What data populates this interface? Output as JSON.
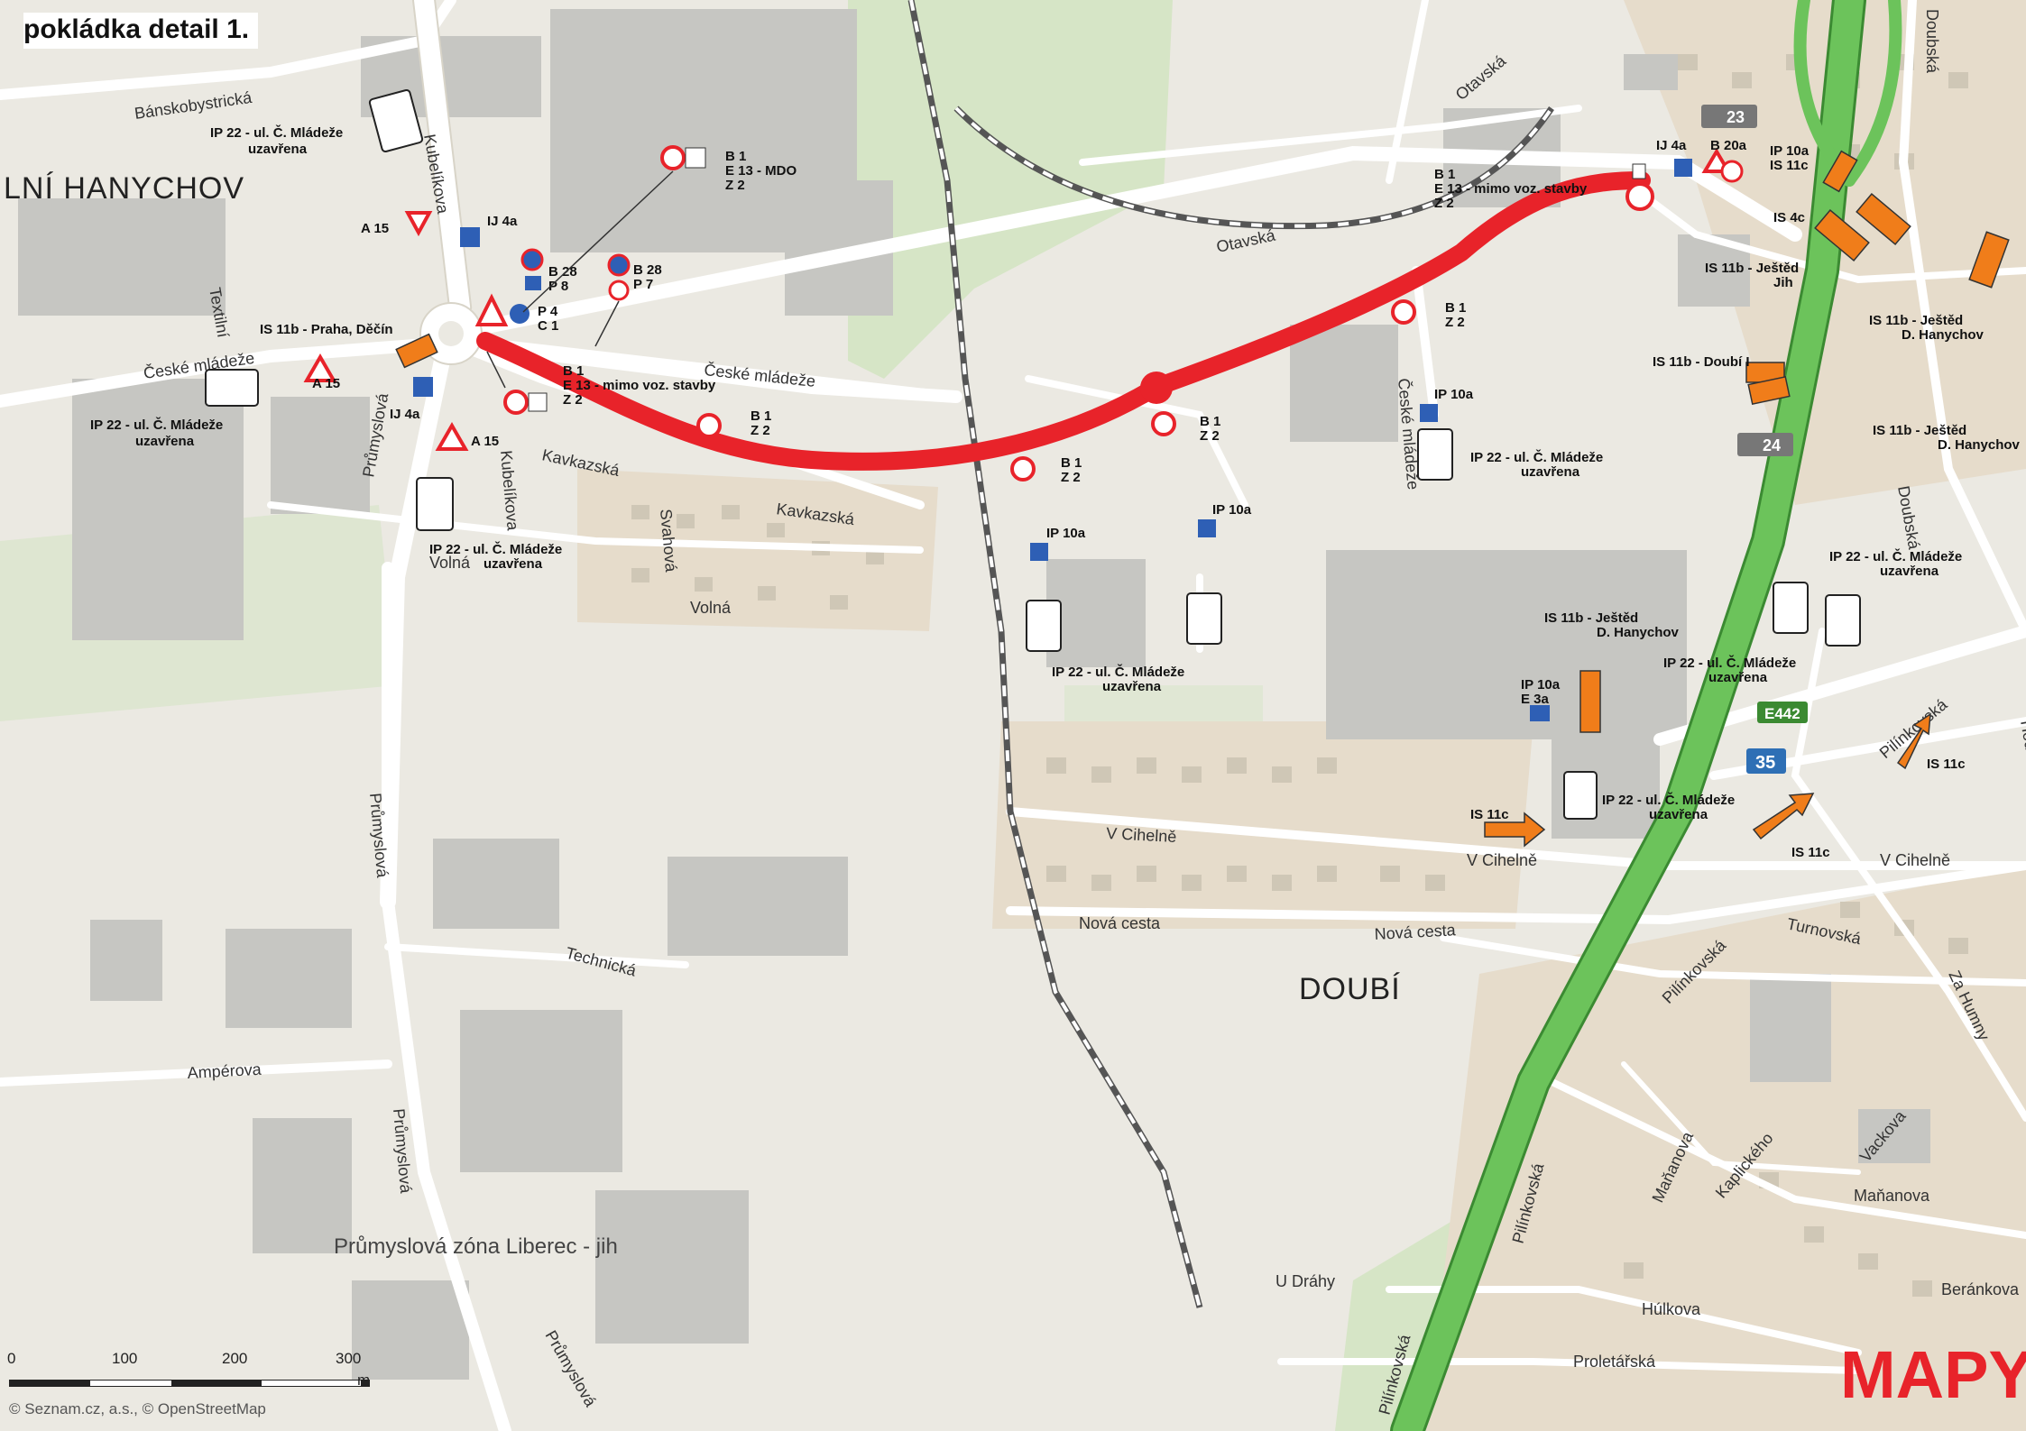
{
  "title": "pokládka detail 1.",
  "districts": {
    "hanychov": "LNÍ HANYCHOV",
    "doubi": "DOUBÍ"
  },
  "zone": "Průmyslová zóna Liberec - jih",
  "streets": {
    "banskobystricka": "Bánskobystrická",
    "kubelikova": "Kubelíkova",
    "textilni": "Textilní",
    "ceske_mladeze": "České mládeže",
    "kavkazska": "Kavkazská",
    "svahova": "Svahová",
    "volna": "Volná",
    "prumyslova": "Průmyslová",
    "technicka": "Technická",
    "amperova": "Ampérova",
    "otavska": "Otavská",
    "v_cihelne": "V Cihelně",
    "nova_cesta": "Nová cesta",
    "pilinkovska": "Pilínkovská",
    "turnovska": "Turnovská",
    "za_humny": "Za Humny",
    "doubska": "Doubská",
    "marianova": "Maňanova",
    "kaplickeho": "Kaplického",
    "vackova": "Vackova",
    "u_drahy": "U Dráhy",
    "hulkova": "Húlkova",
    "proletarska": "Proletářská",
    "beranek": "Beránkova",
    "hodkovicka": "Hodkovická"
  },
  "road_badges": {
    "e442": "E442",
    "r35": "35",
    "exit23": "23",
    "exit24": "24"
  },
  "sign_labels": {
    "ip22_top": [
      "IP 22 - ul. Č. Mládeže",
      "uzavřena"
    ],
    "ip22_left": [
      "IP 22 - ul. Č. Mládeže",
      "uzavřena"
    ],
    "ip22_kavkaz": [
      "IP 22 - ul. Č. Mládeže",
      "uzavřena"
    ],
    "ip22_center": [
      "IP 22 - ul. Č. Mládeže",
      "uzavřena"
    ],
    "ip22_mall": [
      "IP 22 - ul. Č. Mládeže",
      "uzavřena"
    ],
    "ip22_right1": [
      "IP 22 - ul. Č. Mládeže",
      "uzavřena"
    ],
    "ip22_right2": [
      "IP 22 - ul. Č. Mládeže",
      "uzavřena"
    ],
    "ip22_bottom": [
      "IP 22 - ul. Č. Mládeže",
      "uzavřena"
    ],
    "a15_1": "A 15",
    "a15_2": "A 15",
    "a15_3": "A 15",
    "ij4a_1": "IJ 4a",
    "ij4a_2": "IJ 4a",
    "ij4a_3": "IJ 4a",
    "b28p8": [
      "B 28",
      "P 8"
    ],
    "b28p7": [
      "B 28",
      "P 7"
    ],
    "p4c1": [
      "P 4",
      "C 1"
    ],
    "is11b_praha": "IS 11b - Praha, Děčín",
    "b1_mdo": [
      "B 1",
      "E 13 - MDO",
      "Z 2"
    ],
    "b1_mimo_left": [
      "B 1",
      "E 13 - mimo voz. stavby",
      "Z 2"
    ],
    "b1_mimo_right": [
      "B 1",
      "E 13 - mimo voz. stavby",
      "Z 2"
    ],
    "b1z2_1": [
      "B 1",
      "Z 2"
    ],
    "b1z2_2": [
      "B 1",
      "Z 2"
    ],
    "b1z2_3": [
      "B 1",
      "Z 2"
    ],
    "b1z2_4": [
      "B 1",
      "Z 2"
    ],
    "ip10a_1": "IP 10a",
    "ip10a_2": "IP 10a",
    "ip10a_3": "IP 10a",
    "ip10a_e3a": [
      "IP 10a",
      "E 3a"
    ],
    "ip10a_is11c": [
      "IP 10a",
      "IS 11c"
    ],
    "b20a": "B 20a",
    "is4c": "IS 4c",
    "is11b_jested_jih": [
      "IS 11b -  Ještěd",
      "Jih"
    ],
    "is11b_jested_hanychov1": [
      "IS 11b -  Ještěd",
      "D. Hanychov"
    ],
    "is11b_jested_hanychov2": [
      "IS 11b -  Ještěd",
      "D. Hanychov"
    ],
    "is11b_jested_hanychov3": [
      "IS 11b -  Ještěd",
      "D. Hanychov"
    ],
    "is11b_doubi": "IS 11b -  Doubí I",
    "is11c_1": "IS 11c",
    "is11c_2": "IS 11c",
    "is11c_3": "IS 11c"
  },
  "scale": {
    "ticks": [
      "0",
      "100",
      "200",
      "300"
    ],
    "unit": "m"
  },
  "copyright": "© Seznam.cz, a.s., © OpenStreetMap",
  "logo": "MAPY",
  "colors": {
    "route": "#e8232a",
    "highway": "#5bb14b",
    "detour": "#f07d1a",
    "building": "#c9c9c5",
    "land": "#ebe9e2",
    "green": "#d4e6c3"
  }
}
